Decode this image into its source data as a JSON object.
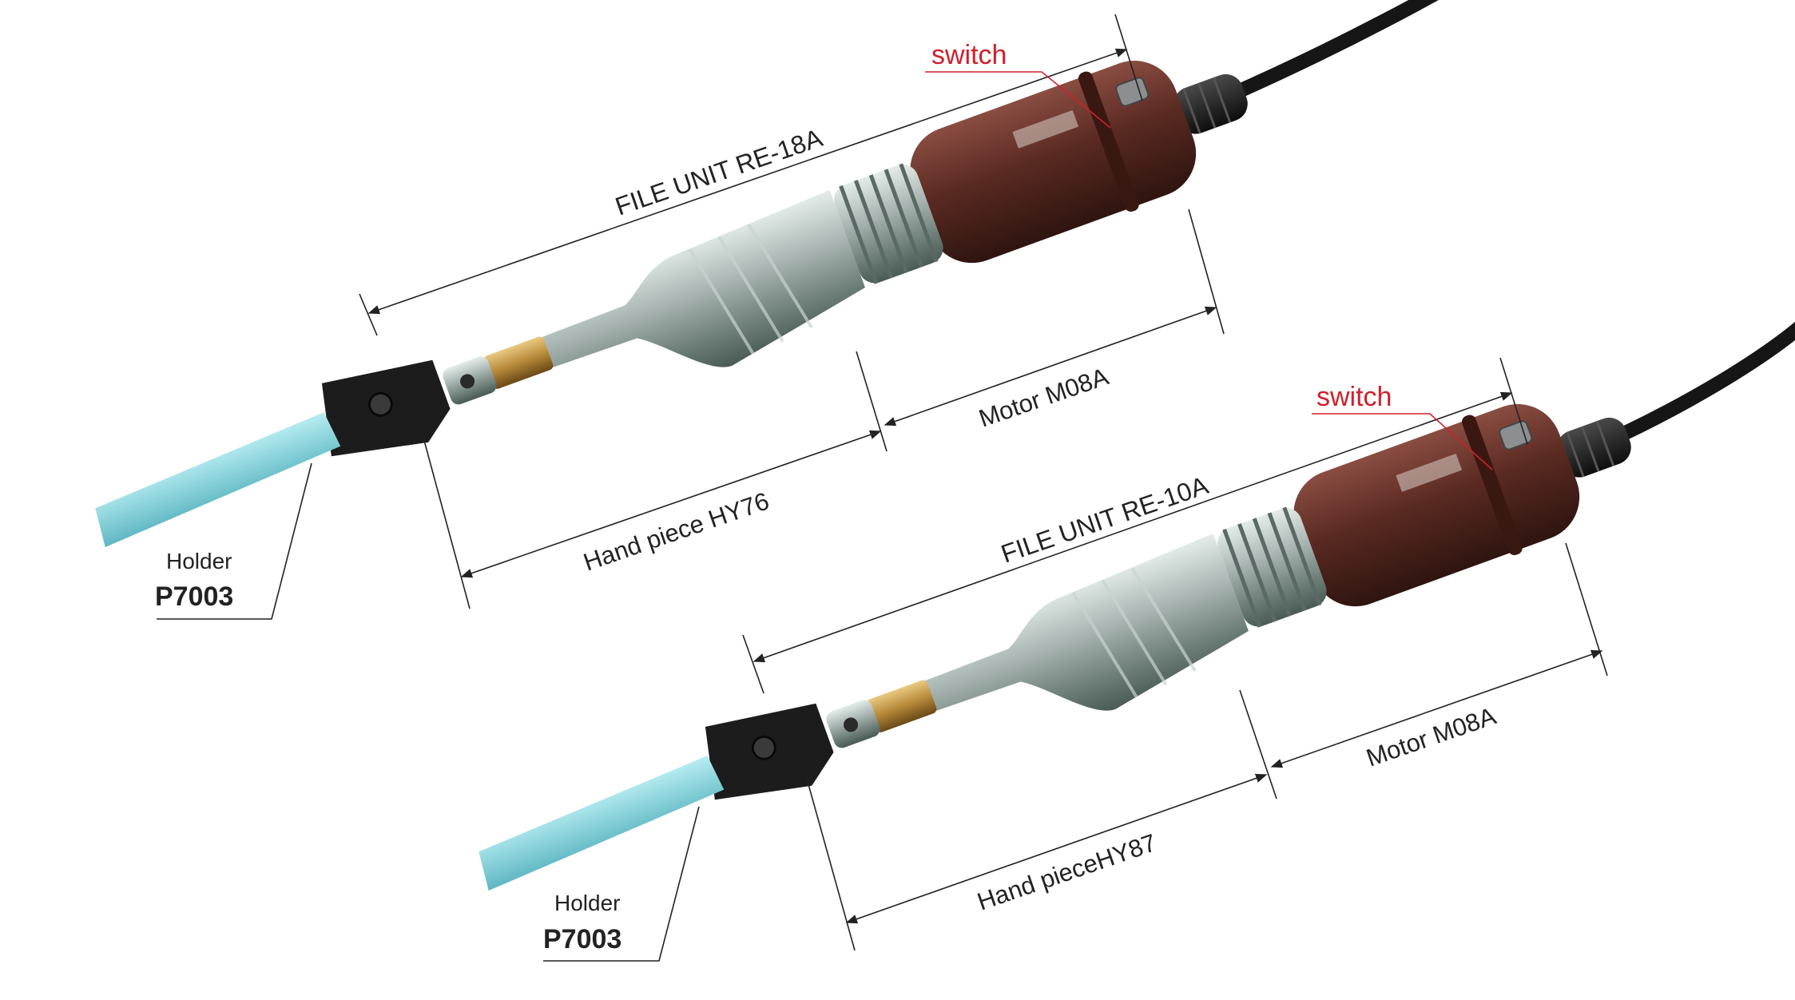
{
  "colors": {
    "switch_label": "#d0202a",
    "motor_body": "#5a2a22",
    "handpiece_metal": "#9aa6a3",
    "file_blade": "#7ecfd8",
    "holder_black": "#1c1c1c",
    "brass_collar": "#b88a3a",
    "dimension_line": "#222222"
  },
  "unit_top": {
    "switch_label": "switch",
    "file_unit_label": "FILE UNIT RE-18A",
    "motor_label": "Motor M08A",
    "handpiece_label": "Hand piece HY76",
    "holder_label": "Holder",
    "holder_model": "P7003"
  },
  "unit_bottom": {
    "switch_label": "switch",
    "file_unit_label": "FILE UNIT RE-10A",
    "motor_label": "Motor M08A",
    "handpiece_label": "Hand pieceHY87",
    "holder_label": "Holder",
    "holder_model": "P7003"
  }
}
